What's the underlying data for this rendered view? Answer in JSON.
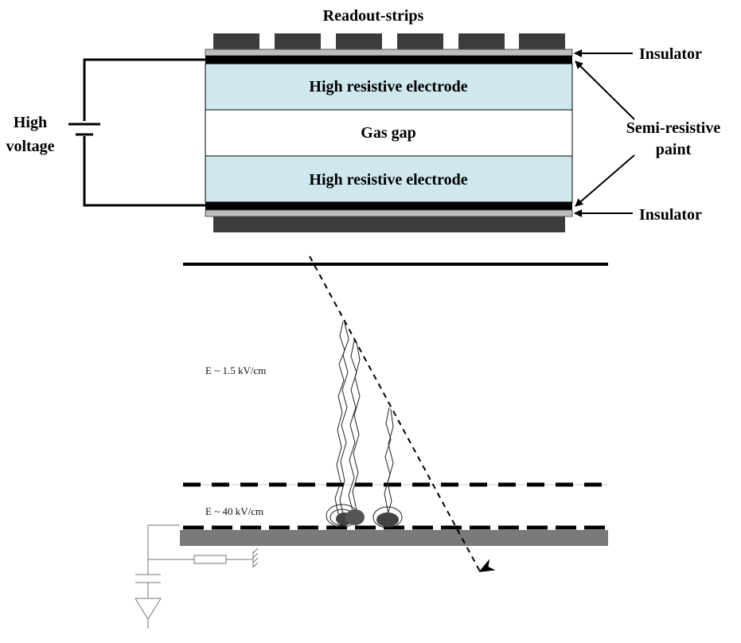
{
  "rpc": {
    "readout_label": "Readout-strips",
    "insulator_top": "Insulator",
    "insulator_bottom": "Insulator",
    "electrode_top": "High resistive electrode",
    "gas_gap": "Gas gap",
    "electrode_bottom": "High resistive electrode",
    "hv_line1": "High",
    "hv_line2": "voltage",
    "paint_line1": "Semi-resistive",
    "paint_line2": "paint",
    "strip_count": 6,
    "colors": {
      "electrode": "#cfe8ee",
      "strips": "#3c3c3c",
      "insulator": "#bdbdbd"
    }
  },
  "avalanche": {
    "drift_field": "E ~ 1.5 kV/cm",
    "amp_field": "E ~ 40 kV/cm",
    "colors": {
      "plate": "#7a7a7a",
      "track": "#000000"
    }
  }
}
